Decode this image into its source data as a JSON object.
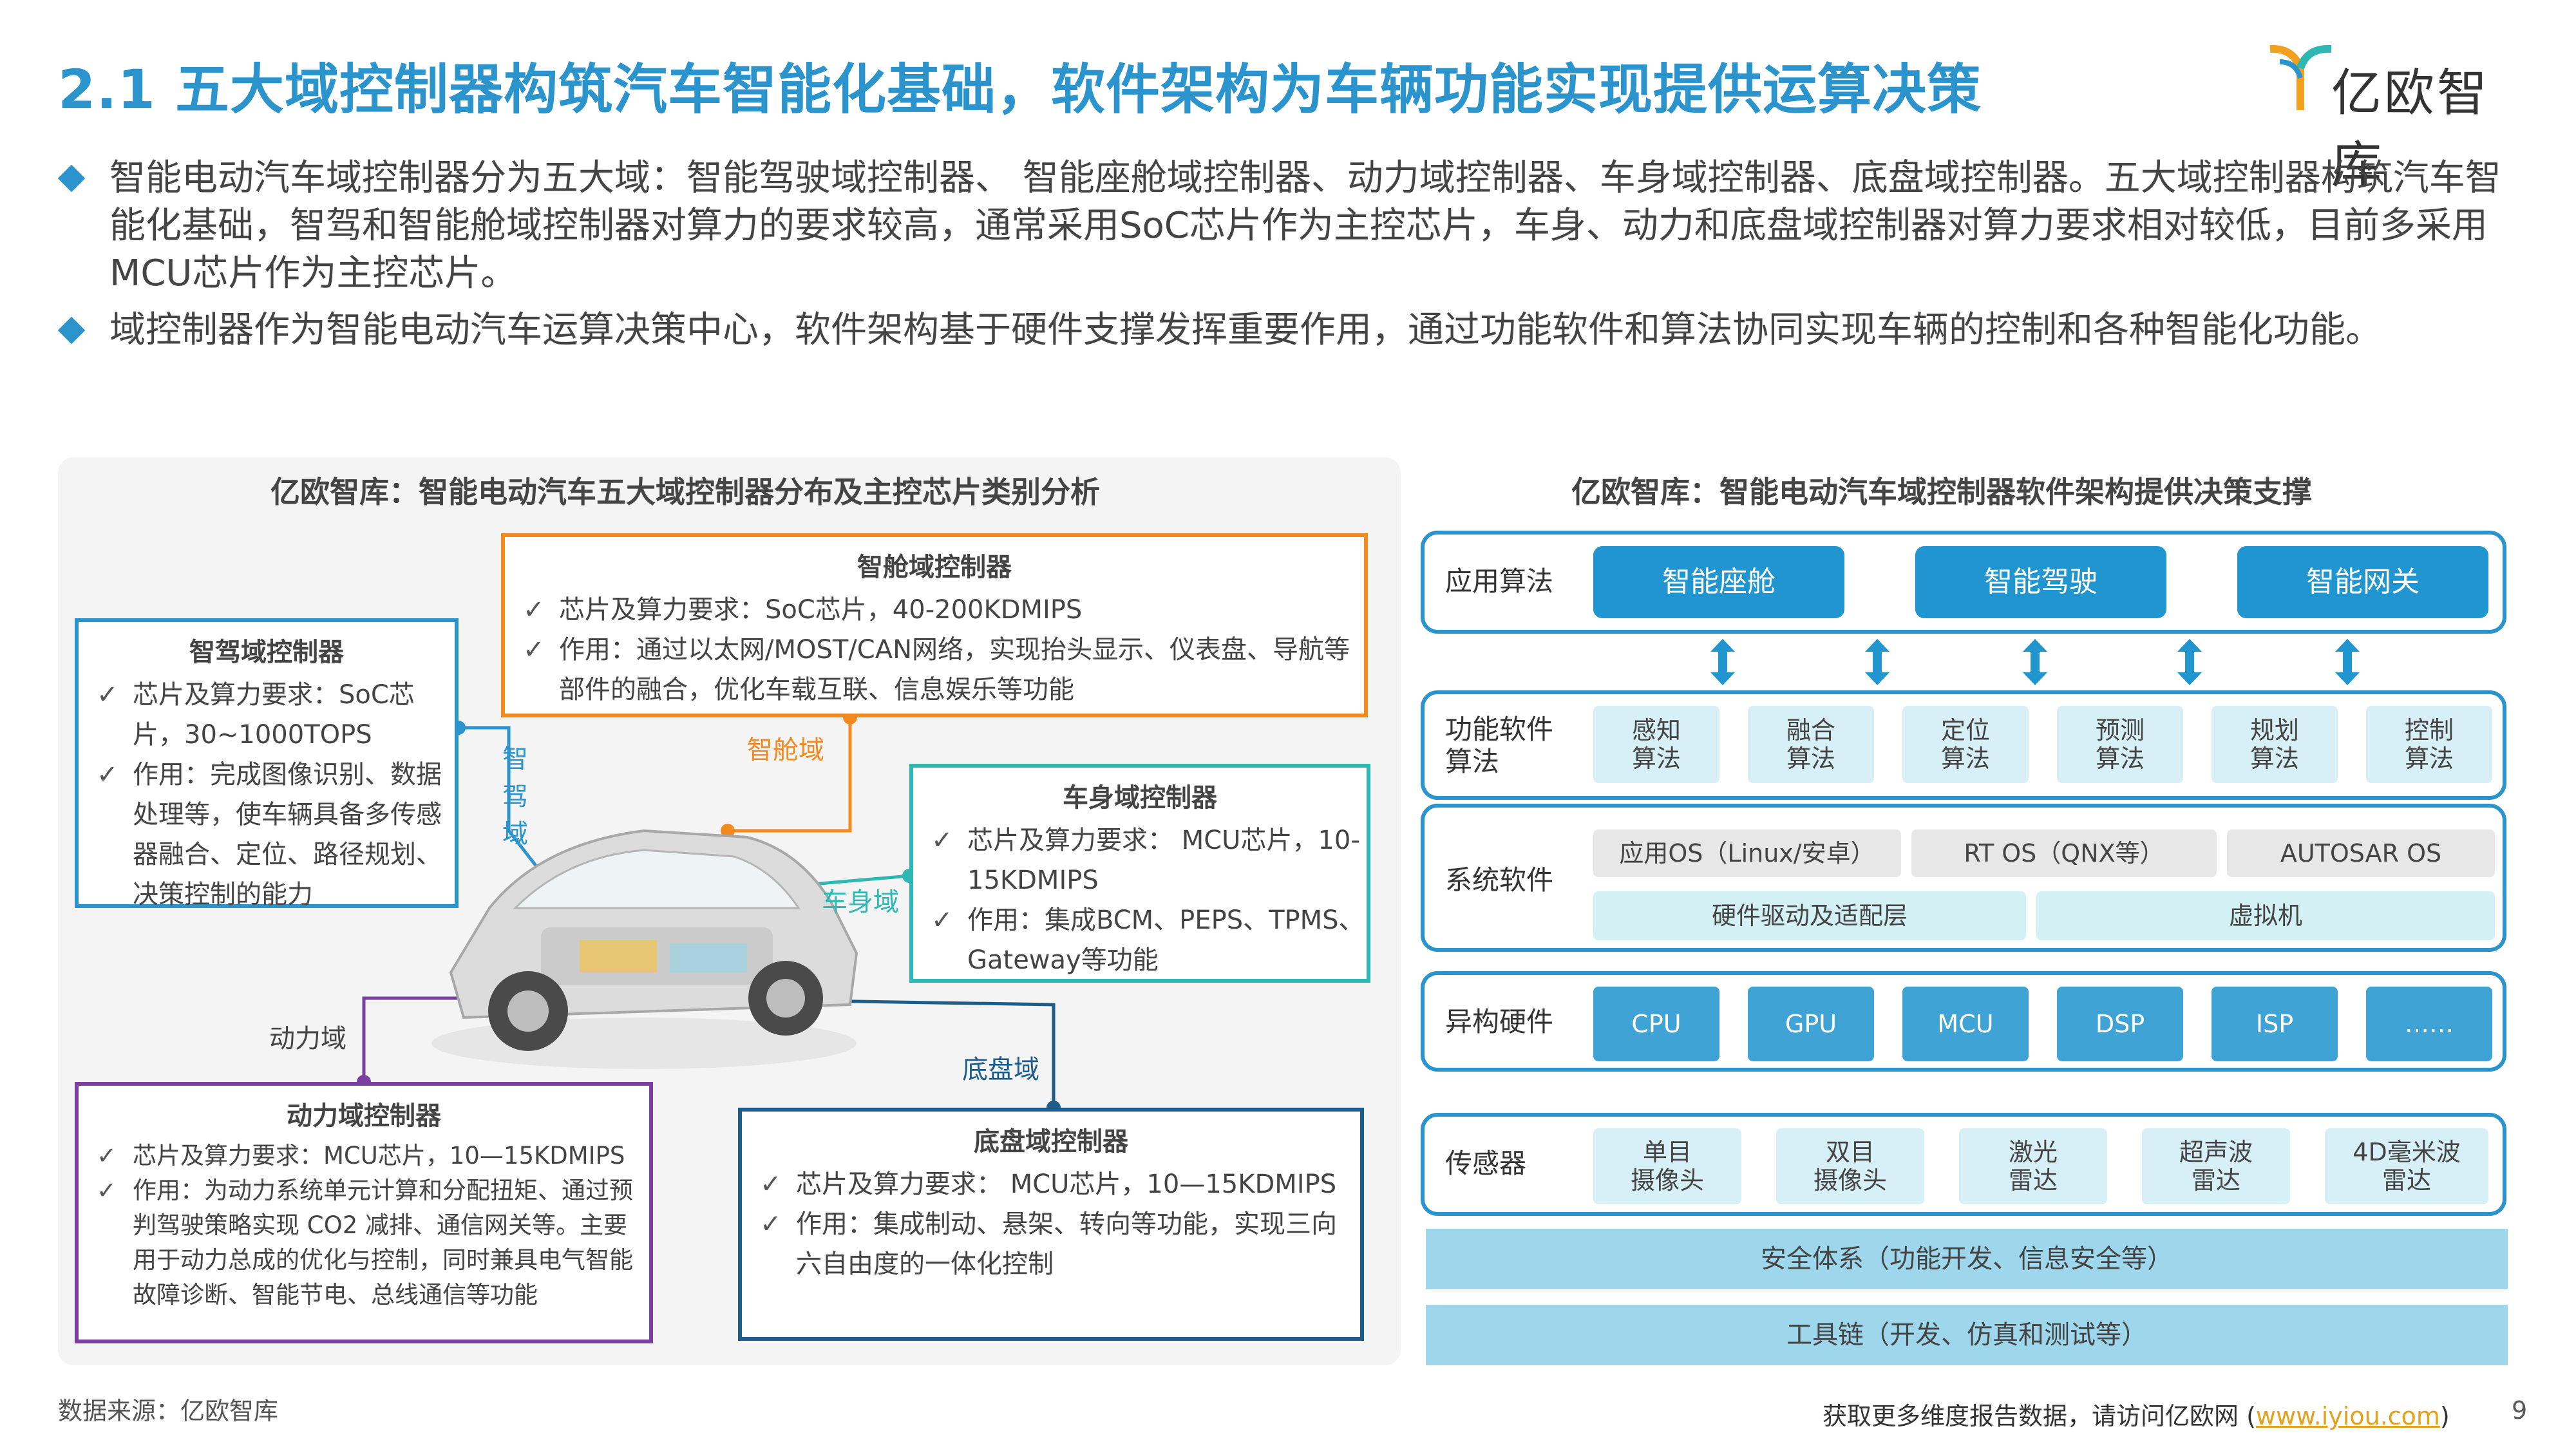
{
  "header": {
    "title": "2.1 五大域控制器构筑汽车智能化基础，软件架构为车辆功能实现提供运算决策",
    "logo_text": "亿欧智库"
  },
  "bullets": [
    "智能电动汽车域控制器分为五大域：智能驾驶域控制器、 智能座舱域控制器、动力域控制器、车身域控制器、底盘域控制器。五大域控制器构筑汽车智能化基础，智驾和智能舱域控制器对算力的要求较高，通常采用SoC芯片作为主控芯片，车身、动力和底盘域控制器对算力要求相对较低，目前多采用MCU芯片作为主控芯片。",
    "域控制器作为智能电动汽车运算决策中心，软件架构基于硬件支撑发挥重要作用，通过功能软件和算法协同实现车辆的控制和各种智能化功能。"
  ],
  "left_panel": {
    "title": "亿欧智库：智能电动汽车五大域控制器分布及主控芯片类别分析",
    "check_glyph": "✓",
    "domains": {
      "adas": {
        "label": "智驾域",
        "box_title": "智驾域控制器",
        "items": [
          "芯片及算力要求：SoC芯片，30~1000TOPS",
          "作用：完成图像识别、数据处理等，使车辆具备多传感器融合、定位、路径规划、决策控制的能力"
        ]
      },
      "cabin": {
        "label": "智舱域",
        "box_title": "智舱域控制器",
        "items": [
          "芯片及算力要求：SoC芯片，40-200KDMIPS",
          "作用：通过以太网/MOST/CAN网络，实现抬头显示、仪表盘、导航等部件的融合，优化车载互联、信息娱乐等功能"
        ]
      },
      "body": {
        "label": "车身域",
        "box_title": "车身域控制器",
        "items": [
          "芯片及算力要求： MCU芯片，10-15KDMIPS",
          "作用：集成BCM、PEPS、TPMS、Gateway等功能"
        ]
      },
      "power": {
        "label": "动力域",
        "box_title": "动力域控制器",
        "items": [
          "芯片及算力要求：MCU芯片，10—15KDMIPS",
          "作用：为动力系统单元计算和分配扭矩、通过预判驾驶策略实现 CO2 减排、通信网关等。主要用于动力总成的优化与控制，同时兼具电气智能故障诊断、智能节电、总线通信等功能"
        ]
      },
      "chassis": {
        "label": "底盘域",
        "box_title": "底盘域控制器",
        "items": [
          "芯片及算力要求： MCU芯片，10—15KDMIPS",
          "作用：集成制动、悬架、转向等功能，实现三向六自由度的一体化控制"
        ]
      }
    }
  },
  "right_panel": {
    "title": "亿欧智库：智能电动汽车域控制器软件架构提供决策支撑",
    "rows": {
      "app": {
        "label": "应用算法",
        "items": [
          "智能座舱",
          "智能驾驶",
          "智能网关"
        ]
      },
      "func": {
        "label": "功能软件\n算法",
        "items": [
          "感知\n算法",
          "融合\n算法",
          "定位\n算法",
          "预测\n算法",
          "规划\n算法",
          "控制\n算法"
        ]
      },
      "sys": {
        "label": "系统软件",
        "top": [
          "应用OS（Linux/安卓）",
          "RT OS（QNX等）",
          "AUTOSAR OS"
        ],
        "bottom": [
          "硬件驱动及适配层",
          "虚拟机"
        ]
      },
      "hw": {
        "label": "异构硬件",
        "items": [
          "CPU",
          "GPU",
          "MCU",
          "DSP",
          "ISP",
          "……"
        ]
      },
      "sensor": {
        "label": "传感器",
        "items": [
          "单目\n摄像头",
          "双目\n摄像头",
          "激光\n雷达",
          "超声波\n雷达",
          "4D毫米波\n雷达"
        ]
      }
    },
    "bands": [
      "安全体系（功能开发、信息安全等）",
      "工具链（开发、仿真和测试等）"
    ]
  },
  "footer": {
    "source": "数据来源：亿欧智库",
    "text": "获取更多维度报告数据，请访问亿欧网 (",
    "url": "www.iyiou.com",
    "close": ")",
    "page": "9"
  },
  "colors": {
    "accent": "#2b94cc",
    "adas": "#2b94cc",
    "cabin": "#f18a1f",
    "body": "#2fb8b3",
    "power": "#7a3fa0",
    "chassis": "#1e5d8a"
  }
}
